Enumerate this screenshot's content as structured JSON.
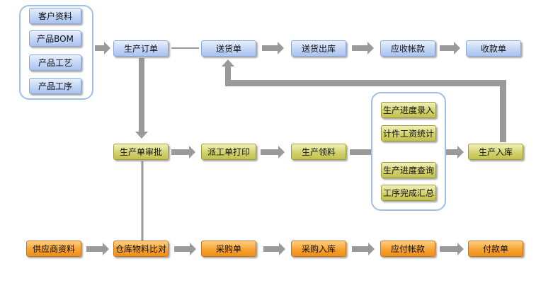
{
  "colors": {
    "blue": "#c2d5f6",
    "olive": "#d2d270",
    "orange": "#f7a232",
    "connector": "#9a9a9a",
    "group_border": "#9ec0e8"
  },
  "nodes": {
    "customer_info": "客户资料",
    "product_bom": "产品BOM",
    "product_process": "产品工艺",
    "product_procedure": "产品工序",
    "production_order": "生产订单",
    "delivery_note": "送货单",
    "delivery_outbound": "送货出库",
    "receivable_account": "应收帐款",
    "receipt_note": "收款单",
    "production_approval": "生产单审批",
    "dispatch_print": "派工单打印",
    "production_picking": "生产领料",
    "progress_entry": "生产进度录入",
    "piece_wage_stats": "计件工资统计",
    "progress_query": "生产进度查询",
    "procedure_summary": "工序完成汇总",
    "production_inbound": "生产入库",
    "supplier_info": "供应商资料",
    "material_compare": "仓库物料比对",
    "purchase_order": "采购单",
    "purchase_inbound": "采购入库",
    "payable_account": "应付帐款",
    "payment_note": "付款单"
  }
}
